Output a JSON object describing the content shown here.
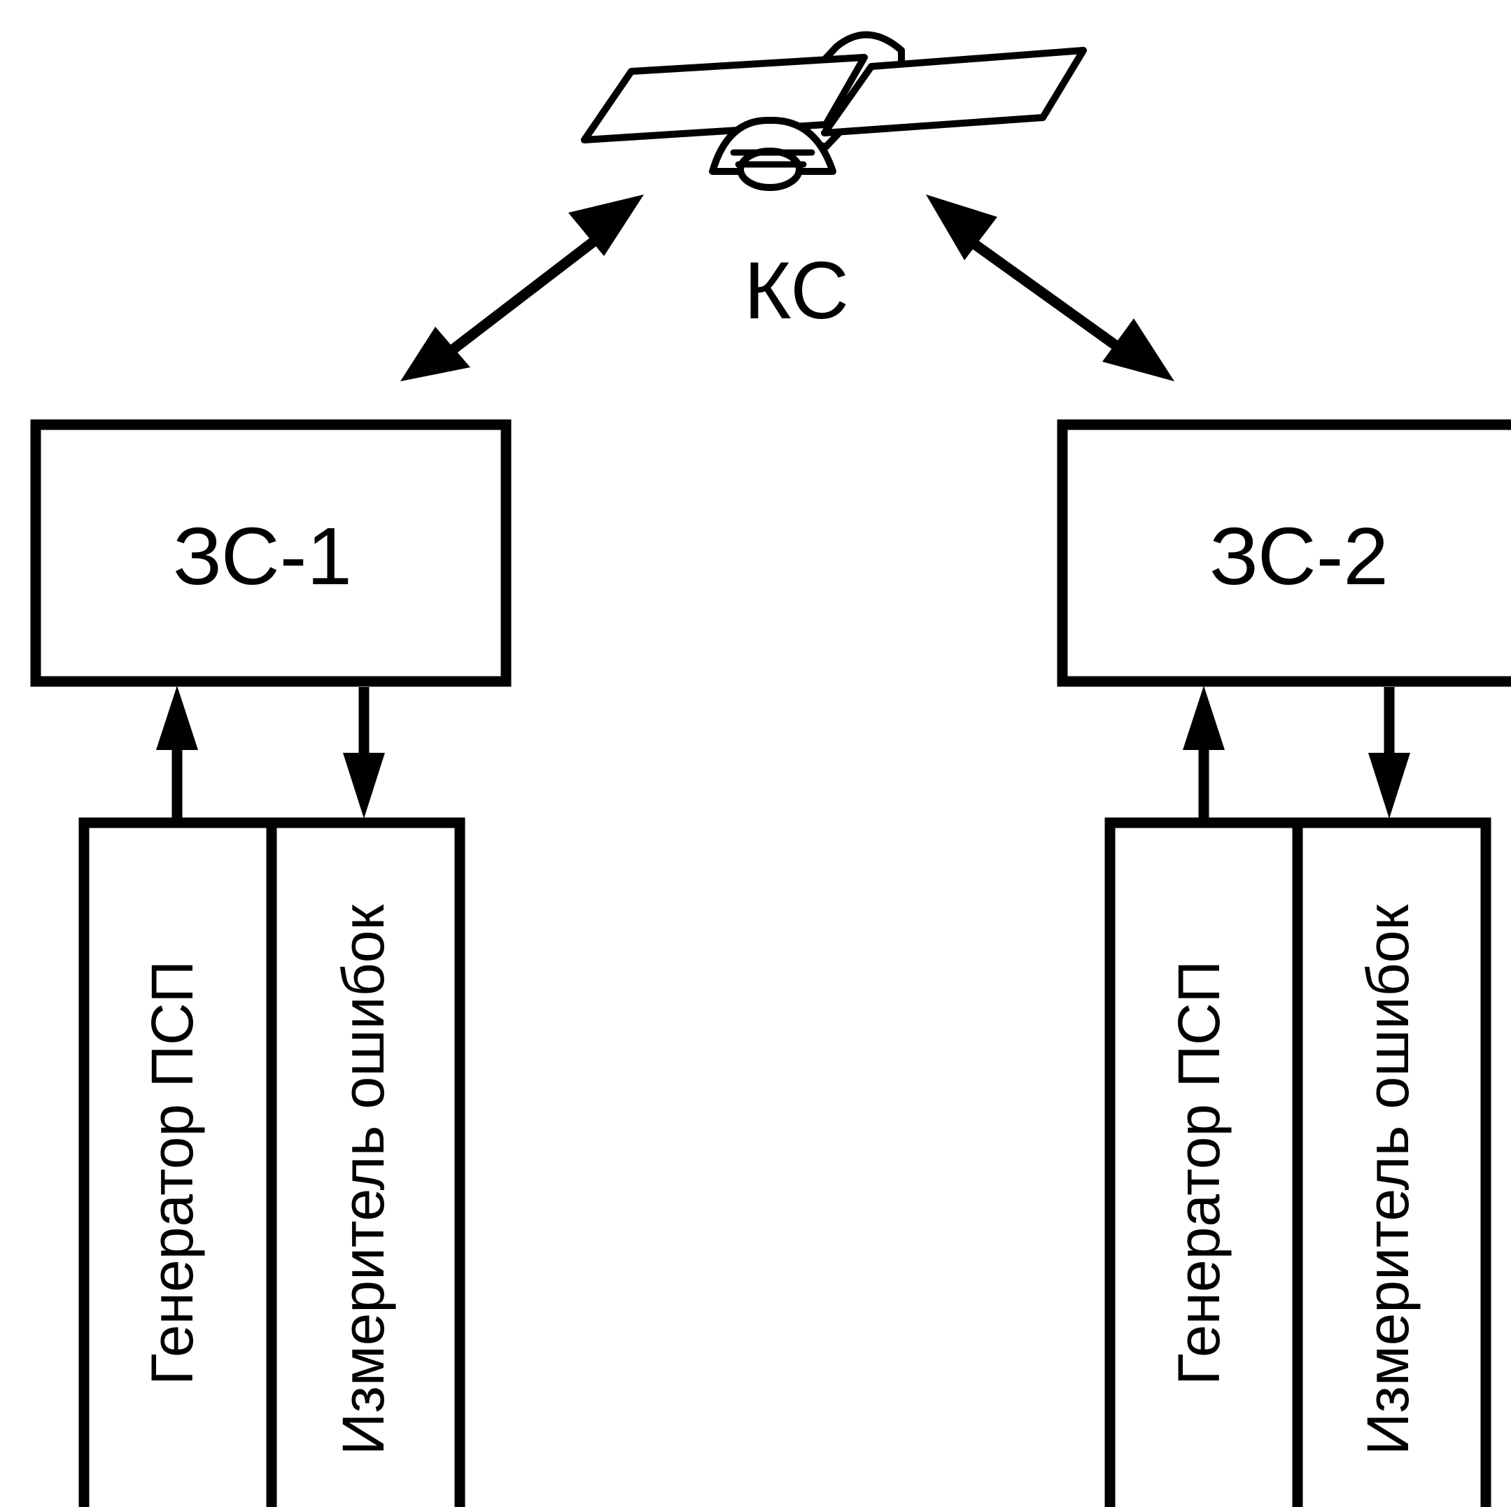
{
  "satellite": {
    "label": "КС"
  },
  "station_1": {
    "label": "ЗС-1",
    "generator_label": "Генератор ПСП",
    "meter_label": "Измеритель ошибок"
  },
  "station_2": {
    "label": "ЗС-2",
    "generator_label": "Генератор ПСП",
    "meter_label": "Измеритель ошибок"
  },
  "colors": {
    "line": "#000000",
    "background": "#ffffff"
  }
}
